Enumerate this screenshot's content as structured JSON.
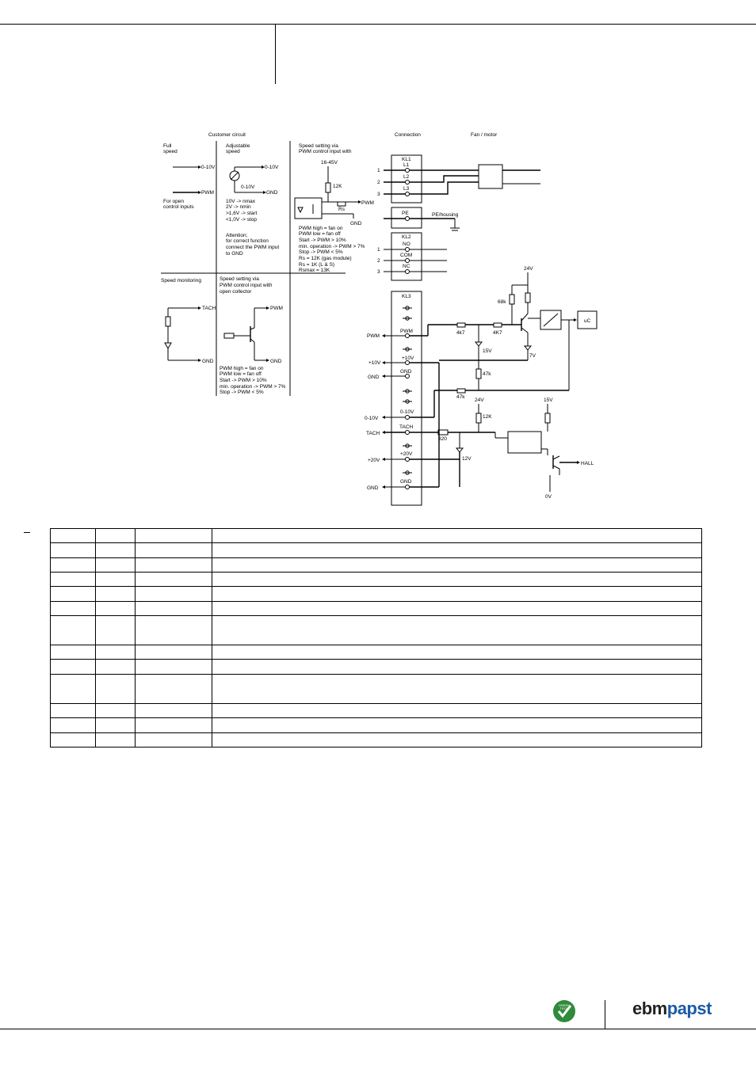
{
  "diagram": {
    "headings": {
      "customer_circuit": "Customer circuit",
      "connection": "Connection",
      "fan_motor": "Fan / motor"
    },
    "customer": {
      "full_speed": [
        "Full",
        "speed"
      ],
      "input_0_10v": "0-10V",
      "input_pwm": "PWM",
      "open_inputs": [
        "For open",
        "control inputs"
      ],
      "adjustable_speed": [
        "Adjustable",
        "speed"
      ],
      "adj_out": "0-10V",
      "adj_pot": "0-10V",
      "adj_gnd": "GND",
      "adj_notes": [
        "10V -> nmax",
        "  2V  -> nmin",
        ">1,6V -> start",
        "<1,0V -> stop"
      ],
      "attention": [
        "Attention;",
        "for correct function",
        "connect the PWM input",
        "to GND"
      ],
      "pwm_setting_title": [
        "Speed setting via",
        "PWM control input with"
      ],
      "pwm_supply": "16-45V",
      "pwm_r12k": "12K",
      "pwm_rs": "Rs",
      "pwm_out": "PWM",
      "pwm_gnd": "GND",
      "pwm_notes": [
        "PWM high = fan on",
        "PWM low  = fan off",
        "Start ->            PWM > 10%",
        "min. operation -> PWM >   7%",
        "Stop ->             PWM <   5%",
        "Rs = 12K (gas module)",
        "Rs = 1K (L & S)",
        "Rsmax = 13K"
      ],
      "speed_monitoring": "Speed monitoring",
      "tach": "TACH",
      "tach_gnd": "GND",
      "oc_title": [
        "Speed setting via",
        "PWM control input with",
        "open collector"
      ],
      "oc_pwm": "PWM",
      "oc_gnd": "GND",
      "oc_notes": [
        "PWM high = fan on",
        "PWM low  = fan off",
        "Start ->            PWM > 10%",
        "min. operation -> PWM >   7%",
        "Stop ->             PWM <   5%"
      ]
    },
    "kl1": {
      "title": "KL1",
      "pins": [
        "L1",
        "L2",
        "L3"
      ],
      "numbers": [
        "1",
        "2",
        "3"
      ]
    },
    "pe": {
      "title": "PE",
      "label": "PE/housing"
    },
    "kl2": {
      "title": "KL2",
      "pins": [
        "NO",
        "COM",
        "NC"
      ],
      "numbers": [
        "1",
        "2",
        "3"
      ]
    },
    "kl3": {
      "title": "KL3",
      "pins": [
        "PWM",
        "+10V",
        "GND",
        "0-10V",
        "TACH",
        "+20V",
        "GND"
      ],
      "ext": [
        "PWM",
        "+10V",
        "GND",
        "0-10V",
        "TACH",
        "+20V",
        "GND"
      ]
    },
    "internal": {
      "v24_top": "24V",
      "r68k": "68k",
      "r4k7a": "4k7",
      "r4k7b": "4K7",
      "z15v": "15V",
      "z7v": "7V",
      "r47k_a": "47k",
      "r47k_b": "47k",
      "v24_mid": "24V",
      "r12k": "12K",
      "v15v": "15V",
      "r820": "820",
      "z12v": "12V",
      "hall": "HALL",
      "v0": "0V",
      "uc": "uC"
    }
  },
  "table": {
    "rows": 13
  },
  "footer": {
    "badge": [
      "GREEN",
      "TECH"
    ],
    "brand_a": "ebm",
    "brand_b": "papst"
  },
  "colors": {
    "brand_blue": "#1c5aa6",
    "badge_green": "#2f8a3a"
  }
}
